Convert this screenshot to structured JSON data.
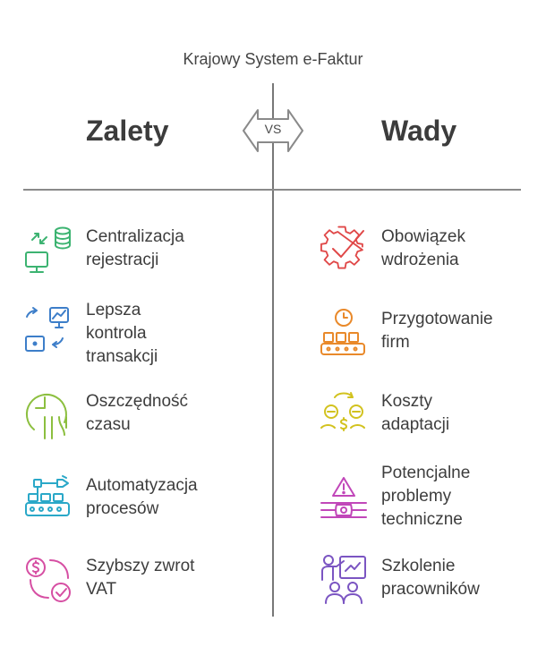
{
  "title": "Krajowy System e-Faktur",
  "vs_label": "VS",
  "left_heading": "Zalety",
  "right_heading": "Wady",
  "pros": [
    {
      "label": "Centralizacja\nrejestracji",
      "icon": "centralization-icon",
      "color": "#3cb371"
    },
    {
      "label": "Lepsza\nkontrola\ntransakcji",
      "icon": "transaction-control-icon",
      "color": "#3d7ec9"
    },
    {
      "label": "Oszczędność\nczasu",
      "icon": "time-saving-icon",
      "color": "#8cbf3f"
    },
    {
      "label": "Automatyzacja\nprocesów",
      "icon": "automation-icon",
      "color": "#2aa8c8"
    },
    {
      "label": "Szybszy zwrot\nVAT",
      "icon": "vat-refund-icon",
      "color": "#d64fa3"
    }
  ],
  "cons": [
    {
      "label": "Obowiązek\nwdrożenia",
      "icon": "obligation-gear-icon",
      "color": "#e04848"
    },
    {
      "label": "Przygotowanie\nfirm",
      "icon": "preparation-icon",
      "color": "#e9892a"
    },
    {
      "label": "Koszty\nadaptacji",
      "icon": "costs-icon",
      "color": "#d2c21f"
    },
    {
      "label": "Potencjalne\nproblemy\ntechniczne",
      "icon": "technical-problems-icon",
      "color": "#c147b9"
    },
    {
      "label": "Szkolenie\npracowników",
      "icon": "training-icon",
      "color": "#7b55c2"
    }
  ]
}
